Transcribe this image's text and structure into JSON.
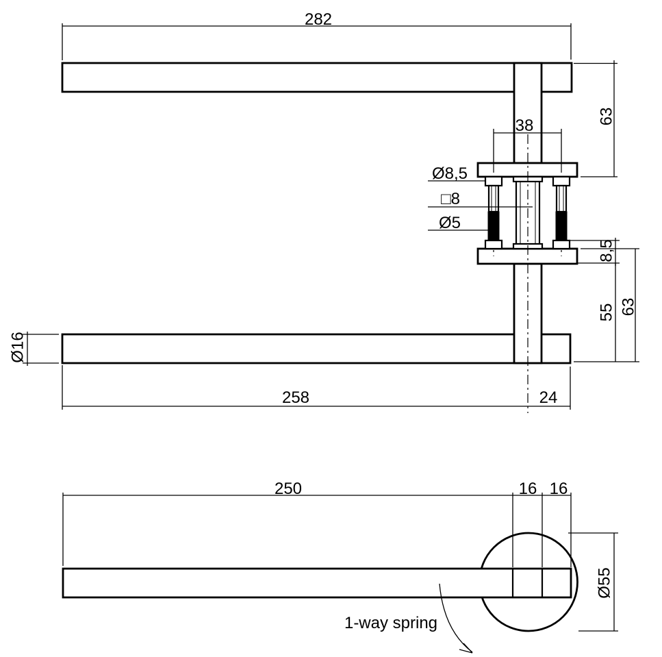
{
  "colors": {
    "line": "#000000",
    "background": "#ffffff"
  },
  "labels": {
    "top_view": {
      "overall_length": "282",
      "height_top": "63",
      "screw_spacing": "38",
      "screw_head_dia": "Ø8,5",
      "spindle_square": "□8",
      "screw_thread_dia": "Ø5",
      "rose_thickness": "8,5",
      "below_rose": "55",
      "rose_total_height": "63",
      "bar_diameter": "Ø16",
      "grip_length": "258",
      "end_overhang": "24"
    },
    "bottom_view": {
      "lever_length": "250",
      "inner_segment": "16",
      "outer_segment": "16",
      "rose_diameter": "Ø55",
      "spring_note": "1-way spring"
    }
  }
}
